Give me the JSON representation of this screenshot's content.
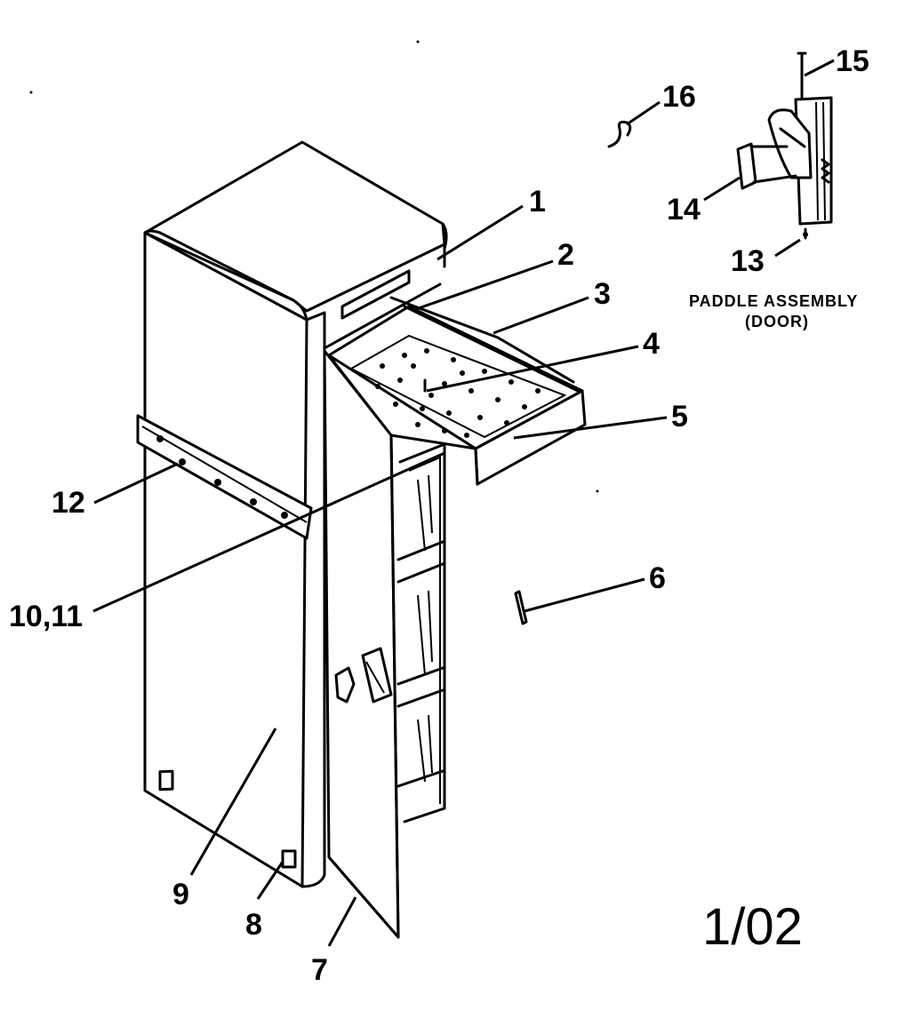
{
  "callouts": [
    "1",
    "2",
    "3",
    "4",
    "5",
    "6",
    "7",
    "8",
    "9",
    "10,11",
    "12",
    "13",
    "14",
    "15",
    "16"
  ],
  "inset_caption_line1": "PADDLE ASSEMBLY",
  "inset_caption_line2": "(DOOR)",
  "sheet_number": "1/02"
}
